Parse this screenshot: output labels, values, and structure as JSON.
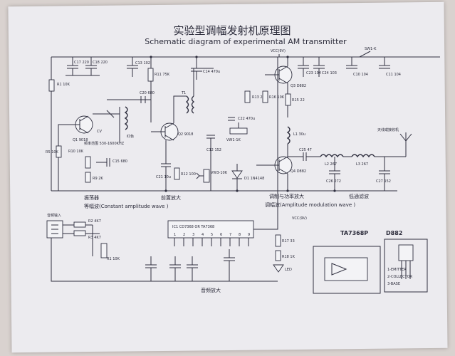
{
  "title_cn": "实验型调幅发射机原理图",
  "title_en": "Schematic diagram of experimental AM transmitter",
  "sections": {
    "oscillator": "振荡器",
    "oscillator_sub": "等幅波(Constant amplitude wave )",
    "preamp": "前置放大",
    "mod_power": "调制与功率放大",
    "mod_wave": "调幅波(Amplitude modulation wave )",
    "lowpass": "低通滤波",
    "audio_amp": "音频放大"
  },
  "ic": {
    "label": "IC1  CD7368  OR  TA7368",
    "pins": [
      "1",
      "2",
      "3",
      "4",
      "5",
      "6",
      "7",
      "8",
      "9"
    ]
  },
  "package_labels": {
    "ta": "TA7368P",
    "d882": "D882"
  },
  "d882_pins": [
    "1-EMITTER",
    "2-COLLECTOR",
    "3-BASE"
  ],
  "vcc_label": "VCC(9V)",
  "components": {
    "r1": "R1 10K",
    "r2": "R2 4K7",
    "r3": "R3 4K7",
    "r5": "R5 10K",
    "r9": "R9 2K",
    "r10": "R10 10K",
    "r11": "R11 75K",
    "r12": "R12 100",
    "r13": "R13 2K",
    "r15": "R15 22",
    "r16": "R16 10K",
    "r17": "R17 33",
    "r18": "R18 1K",
    "c17": "C17 220",
    "c18": "C18 220",
    "c13": "C13 102",
    "c14": "C14 470u",
    "c15": "C15 680",
    "c20": "C20 680",
    "c21": "C21 10u",
    "c22": "C22 470u",
    "c23": "C23 104",
    "c24": "C24 103",
    "c25": "C25 47",
    "c26": "C26 272",
    "c27": "C27 152",
    "c10": "C10 104",
    "c11": "C11 104",
    "c12": "C12 152",
    "q1": "Q1 9018",
    "q2": "Q2 9018",
    "q3": "Q3 D882",
    "q4": "Q4 D882",
    "l1": "L1 30u",
    "l2": "L2 267",
    "l3": "L3 267",
    "t1": "T1",
    "d1": "D1 1N4148",
    "sw": "SW1-K",
    "freq": "频率范围 530-1600KHZ",
    "cv": "CV",
    "led": "LED",
    "red": "红色",
    "vr1": "VW1-1K",
    "vr3": "VW3-10K",
    "input_jack": "音频输入",
    "output_label": "天线或接收机"
  },
  "colors": {
    "paper": "#ecebef",
    "ink": "#2f2f3f",
    "background": "#d9d2cf"
  }
}
